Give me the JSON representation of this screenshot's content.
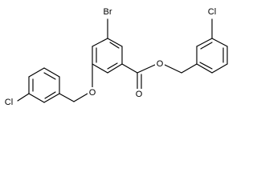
{
  "molecule": {
    "atoms": {
      "br": "Br",
      "cl_right": "Cl",
      "cl_left": "Cl",
      "o_ester_single": "O",
      "o_carbonyl": "O",
      "o_ether": "O"
    }
  }
}
